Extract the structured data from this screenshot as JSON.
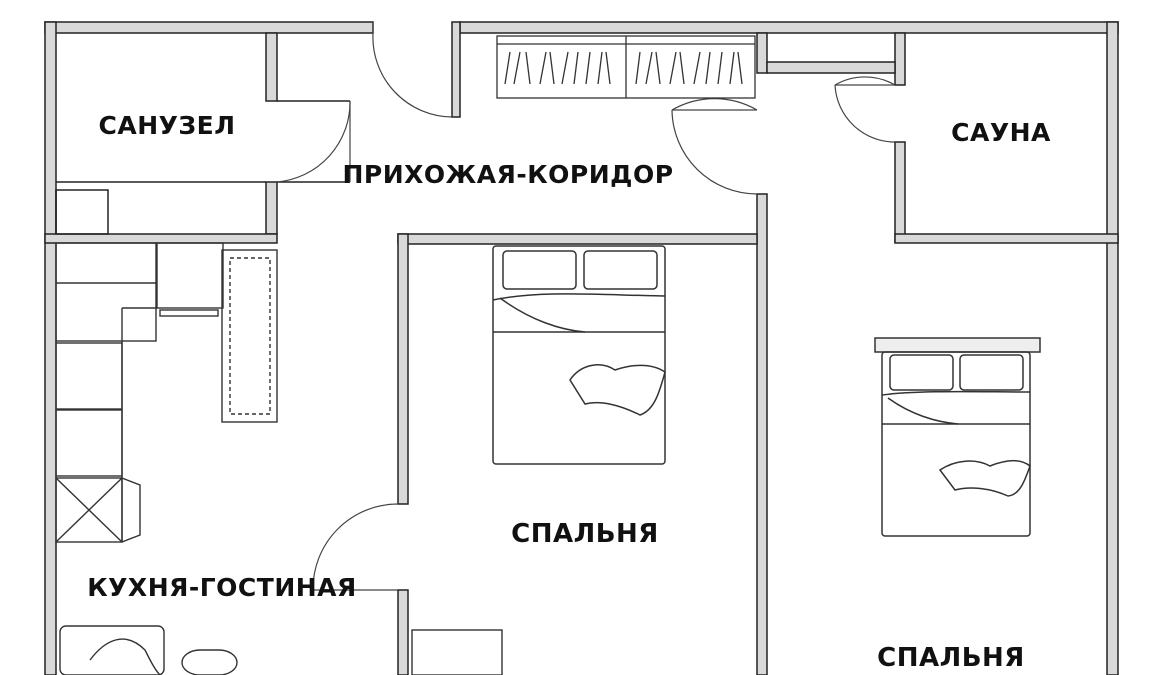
{
  "rooms": {
    "bathroom": "САНУЗЕЛ",
    "hallway": "ПРИХОЖАЯ-КОРИДОР",
    "sauna": "САУНА",
    "bedroom_center": "СПАЛЬНЯ",
    "kitchen_living": "КУХНЯ-ГОСТИНАЯ",
    "bedroom_right": "СПАЛЬНЯ"
  },
  "colors": {
    "wall_fill": "#d9d9d9",
    "wall_stroke": "#222222",
    "furniture_stroke": "#333333",
    "background": "#ffffff"
  },
  "icons": {
    "bed": "double-bed-icon",
    "wardrobe": "wardrobe-hangers-icon",
    "stove": "stove-cross-icon",
    "door": "door-swing-icon"
  }
}
